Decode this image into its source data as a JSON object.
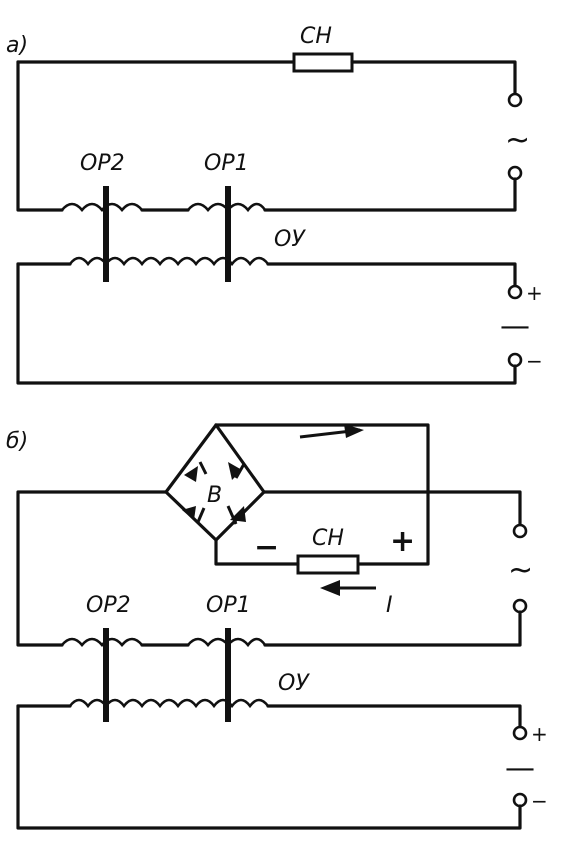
{
  "diagram_a": {
    "label": "а)",
    "resistor": "СН",
    "windings": {
      "control_2": "ОР2",
      "control_1": "ОР1",
      "output": "ОУ"
    },
    "ac_symbol": "~",
    "dc_symbol": "—",
    "plus": "+",
    "minus": "−"
  },
  "diagram_b": {
    "label": "б)",
    "bridge": "В",
    "resistor": "СН",
    "minus_sign": "−",
    "plus_sign": "+",
    "current": "I",
    "windings": {
      "control_2": "ОР2",
      "control_1": "ОР1",
      "output": "ОУ"
    },
    "ac_symbol": "~",
    "dc_symbol": "—",
    "plus": "+",
    "minus": "−"
  }
}
